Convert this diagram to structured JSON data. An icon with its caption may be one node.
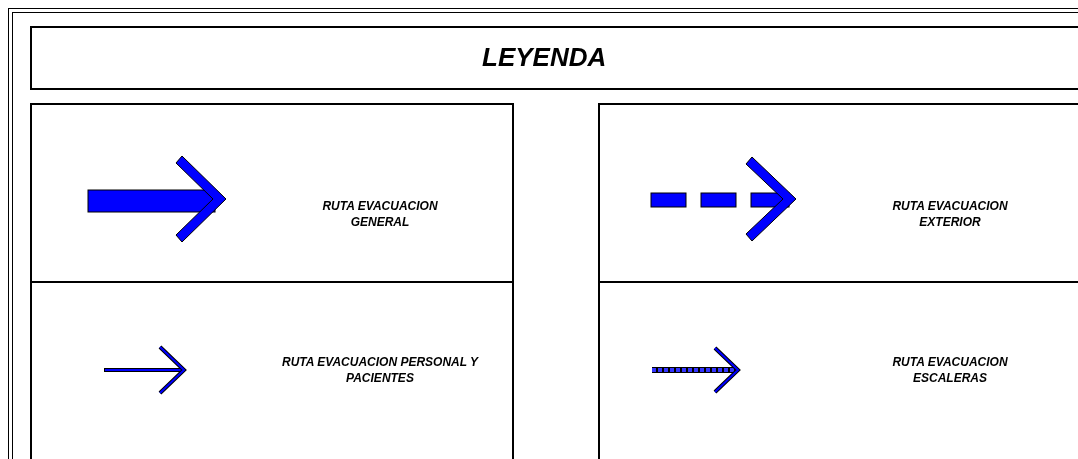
{
  "diagram": {
    "title": "LEYENDA",
    "legend": [
      {
        "text": "RUTA EVACUACION GENERAL"
      },
      {
        "text": "RUTA EVACUACION EXTERIOR"
      },
      {
        "text": "RUTA EVACUACION PERSONAL Y PACIENTES"
      },
      {
        "text": "RUTA EVACUACION ESCALERAS"
      }
    ]
  }
}
